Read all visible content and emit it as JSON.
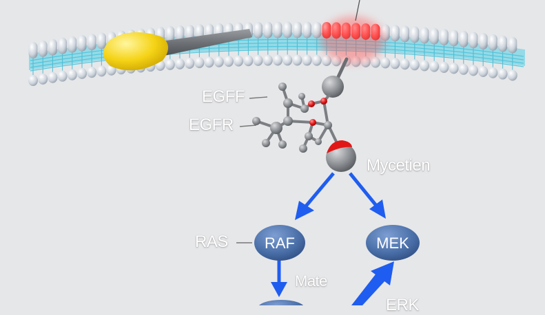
{
  "labels": {
    "egff": "EGFF",
    "egfr": "EGFR",
    "mycetien": "Mycetien",
    "ras": "RAS",
    "mate": "Mate",
    "erk_partial": "ERK"
  },
  "nodes": {
    "raf": "RAF",
    "mek": "MEK"
  },
  "colors": {
    "background": "#e6e7e9",
    "node_fill": "#4a6fa8",
    "arrow": "#1f5df0",
    "membrane_head": "#c9d1da",
    "membrane_core": "#56c8de",
    "ligand": "#f5d316",
    "receptor_highlight": "#ff3a3a",
    "molecule": "#8a8d91"
  }
}
